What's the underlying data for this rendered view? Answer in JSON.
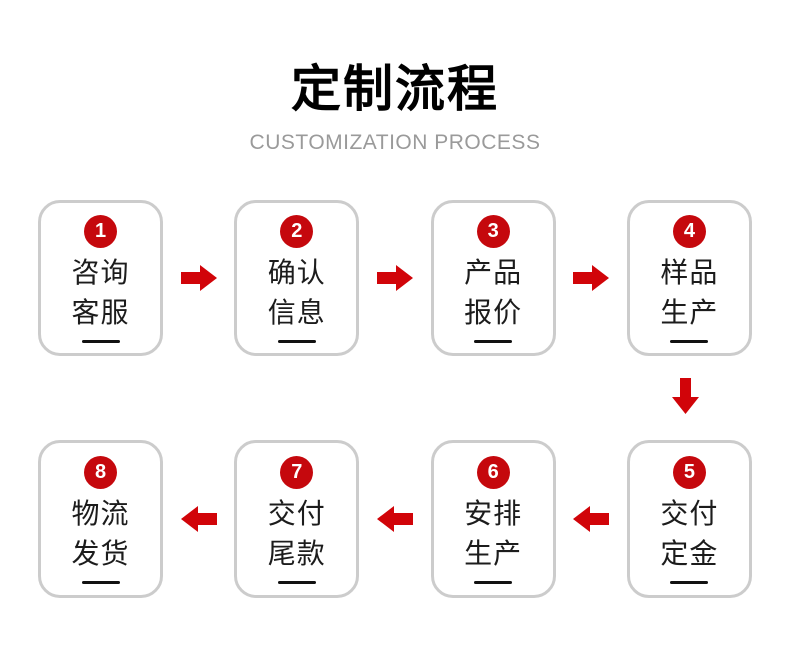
{
  "header": {
    "title": "定制流程",
    "subtitle": "CUSTOMIZATION PROCESS"
  },
  "steps": [
    {
      "number": "1",
      "line1": "咨询",
      "line2": "客服"
    },
    {
      "number": "2",
      "line1": "确认",
      "line2": "信息"
    },
    {
      "number": "3",
      "line1": "产品",
      "line2": "报价"
    },
    {
      "number": "4",
      "line1": "样品",
      "line2": "生产"
    },
    {
      "number": "5",
      "line1": "交付",
      "line2": "定金"
    },
    {
      "number": "6",
      "line1": "安排",
      "line2": "生产"
    },
    {
      "number": "7",
      "line1": "交付",
      "line2": "尾款"
    },
    {
      "number": "8",
      "line1": "物流",
      "line2": "发货"
    }
  ],
  "flow": {
    "row1_order": [
      "1",
      "2",
      "3",
      "4"
    ],
    "row1_connector": "arrow-right",
    "row_bridge_connector": "arrow-down",
    "row2_order": [
      "8",
      "7",
      "6",
      "5"
    ],
    "row2_connector": "arrow-left"
  },
  "colors": {
    "badge_red": "#c5080d",
    "arrow_red": "#d10409",
    "card_border": "#cccccc",
    "subtitle_gray": "#9a9a9a",
    "text_black": "#1c1c1c",
    "underline_black": "#111111",
    "page_bg": "#ffffff"
  }
}
